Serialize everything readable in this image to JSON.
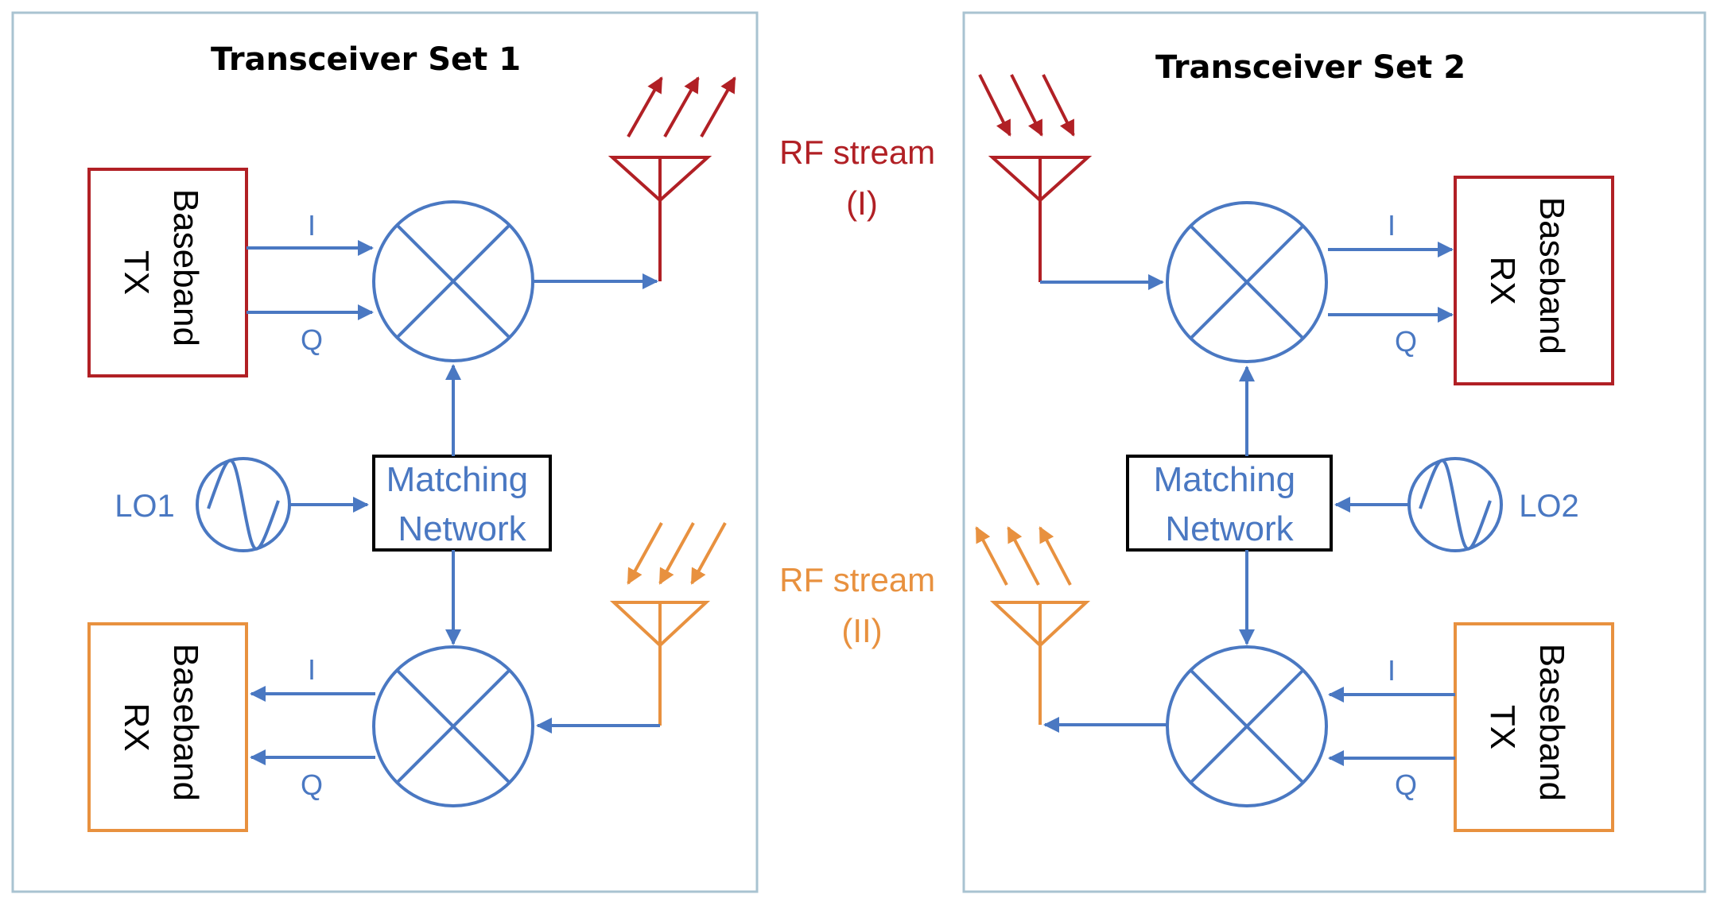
{
  "colors": {
    "blue": "#4a78c2",
    "red": "#b12025",
    "orange": "#e8913f",
    "panel_border": "#a9c3d1",
    "text_dark": "#000000"
  },
  "set1": {
    "title": "Transceiver Set 1",
    "tx_block": {
      "line1": "Baseband",
      "line2": "TX"
    },
    "rx_block": {
      "line1": "Baseband",
      "line2": "RX"
    },
    "tx_i": "I",
    "tx_q": "Q",
    "rx_i": "I",
    "rx_q": "Q",
    "lo_label": "LO1",
    "matching": {
      "line1": "Matching",
      "line2": "Network"
    }
  },
  "set2": {
    "title": "Transceiver Set 2",
    "rx_block": {
      "line1": "Baseband",
      "line2": "RX"
    },
    "tx_block": {
      "line1": "Baseband",
      "line2": "TX"
    },
    "rx_i": "I",
    "rx_q": "Q",
    "tx_i": "I",
    "tx_q": "Q",
    "lo_label": "LO2",
    "matching": {
      "line1": "Matching",
      "line2": "Network"
    }
  },
  "rf_stream_1": {
    "line1": "RF stream",
    "line2": "(I)"
  },
  "rf_stream_2": {
    "line1": "RF stream",
    "line2": "(II)"
  }
}
